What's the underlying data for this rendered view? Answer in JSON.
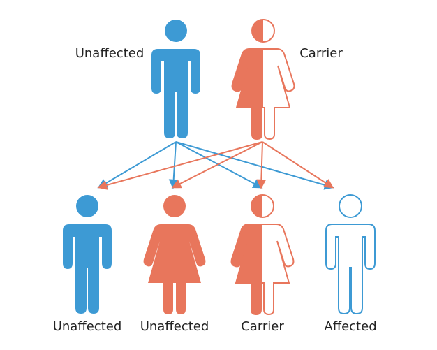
{
  "colors": {
    "blue": "#3d9ad4",
    "salmon": "#e8765c",
    "text": "#222222",
    "background": "#ffffff"
  },
  "parents": {
    "father": {
      "label": "Unaffected",
      "figure": "male",
      "style": "filled-blue",
      "icon": "male-figure-icon"
    },
    "mother": {
      "label": "Carrier",
      "figure": "female",
      "style": "half-filled-salmon",
      "icon": "female-carrier-figure-icon"
    }
  },
  "children": [
    {
      "label": "Unaffected",
      "figure": "male",
      "style": "filled-blue",
      "icon": "male-figure-icon"
    },
    {
      "label": "Unaffected",
      "figure": "female",
      "style": "filled-salmon",
      "icon": "female-figure-icon"
    },
    {
      "label": "Carrier",
      "figure": "female",
      "style": "half-filled-salmon",
      "icon": "female-carrier-figure-icon"
    },
    {
      "label": "Affected",
      "figure": "male",
      "style": "outline-blue",
      "icon": "male-outline-figure-icon"
    }
  ],
  "inheritance_arrows": [
    {
      "from": "father",
      "to_child": 1,
      "color": "blue"
    },
    {
      "from": "father",
      "to_child": 2,
      "color": "blue"
    },
    {
      "from": "father",
      "to_child": 3,
      "color": "blue"
    },
    {
      "from": "father",
      "to_child": 4,
      "color": "blue"
    },
    {
      "from": "mother",
      "to_child": 1,
      "color": "salmon"
    },
    {
      "from": "mother",
      "to_child": 2,
      "color": "salmon"
    },
    {
      "from": "mother",
      "to_child": 3,
      "color": "salmon"
    },
    {
      "from": "mother",
      "to_child": 4,
      "color": "salmon"
    }
  ]
}
